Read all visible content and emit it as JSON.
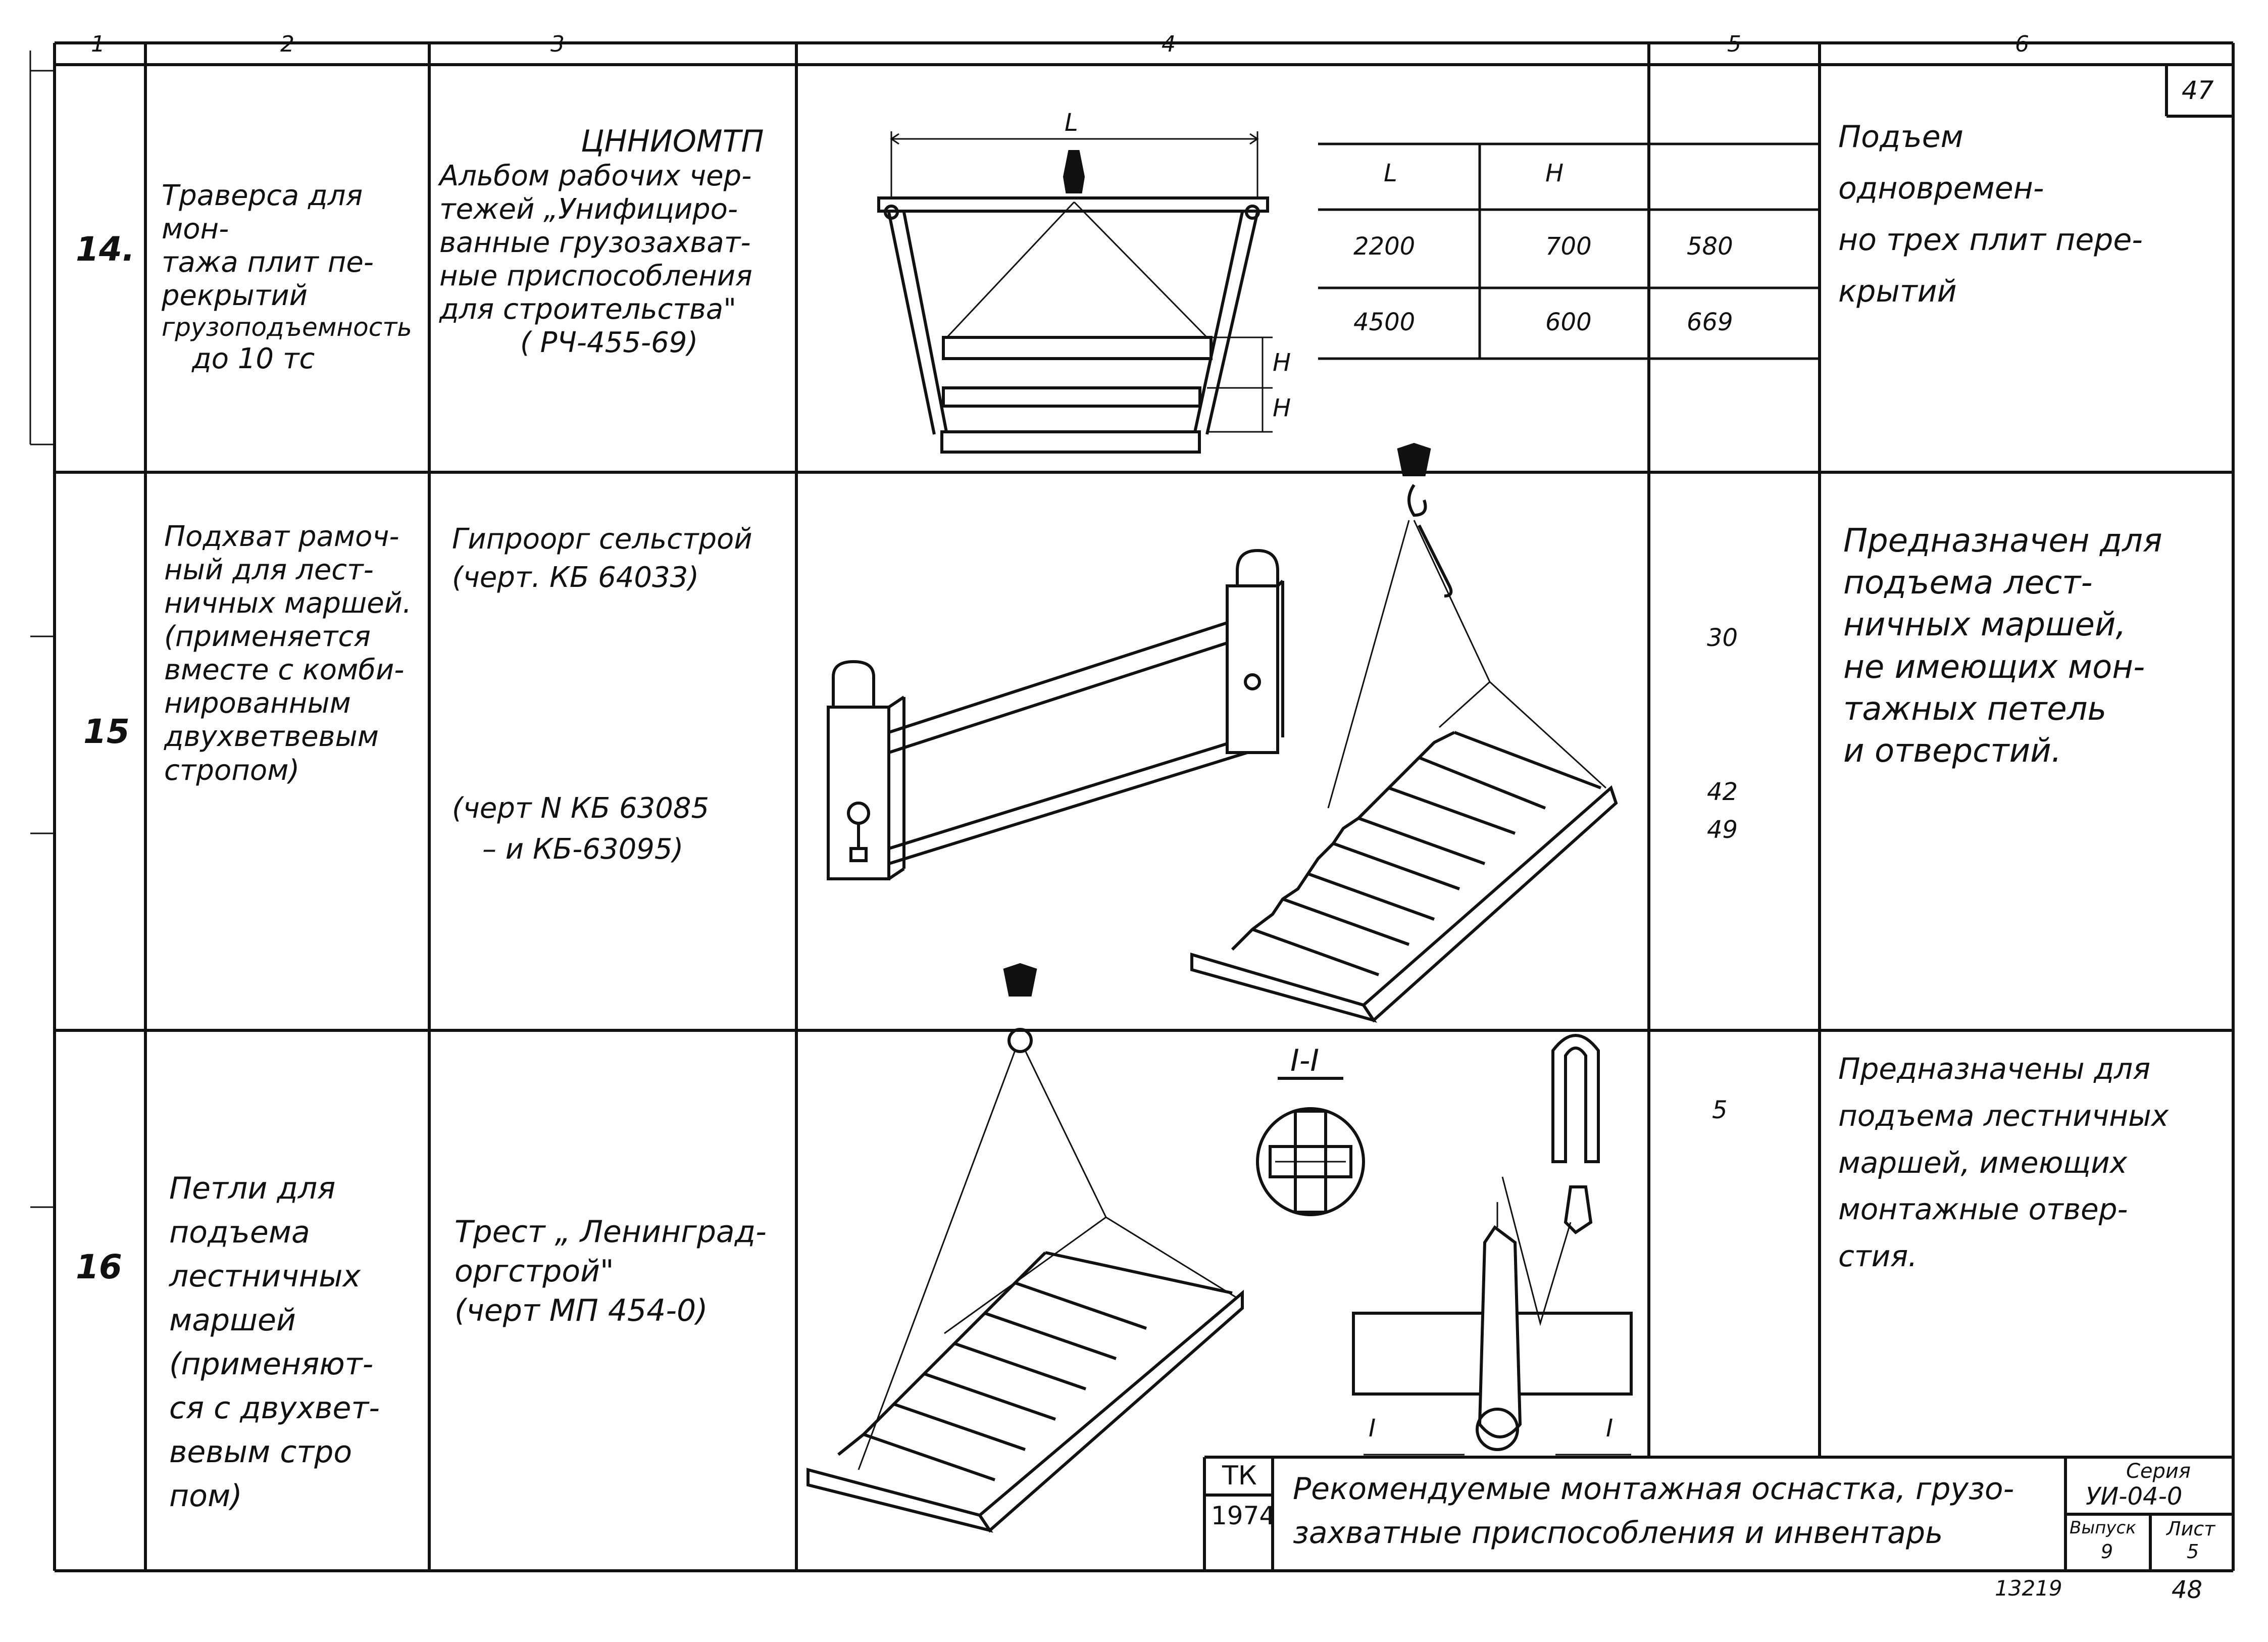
{
  "page_number": "47",
  "column_numbers": [
    "1",
    "2",
    "3",
    "4",
    "5",
    "6"
  ],
  "rows": [
    {
      "number": "14.",
      "name_lines": [
        "Траверса для мон-",
        "тажа плит пе-",
        "рекрытий",
        "грузоподъемность",
        "до 10 тс"
      ],
      "source_lines": [
        "ЦННИОМТП",
        "Альбом рабочих чер-",
        "тежей „Унифициро-",
        "ванные грузозахват-",
        "ные приспособления",
        "для строительства\"",
        "( РЧ-455-69)"
      ],
      "weights": [
        "580",
        "669"
      ],
      "note_lines": [
        "Подъем одновремен-",
        "но трех плит пере-",
        "крытий"
      ]
    },
    {
      "number": "15",
      "name_lines": [
        "Подхват рамоч-",
        "ный для лест-",
        "ничных маршей.",
        "(применяется",
        "вместе с комби-",
        "нированным",
        "двухветвевым",
        "стропом)"
      ],
      "source_lines": [
        "Гипроорг сельстрой",
        "(черт. КБ 64033)"
      ],
      "source_lines_2": [
        "(черт N КБ 63085",
        "– и КБ-63095)"
      ],
      "weights": [
        "30",
        "42",
        "49"
      ],
      "note_lines": [
        "Предназначен для",
        "подъема лест-",
        "ничных маршей,",
        "не имеющих мон-",
        "тажных петель",
        "и отверстий."
      ]
    },
    {
      "number": "16",
      "name_lines": [
        "Петли для",
        "подъема",
        "лестничных",
        "маршей",
        "(применяют-",
        "ся с двухвет-",
        "вевым стро",
        "пом)"
      ],
      "source_lines": [
        "Трест „ Ленинград-",
        "оргстрой\"",
        "(черт МП 454-0)"
      ],
      "weights": [
        "5"
      ],
      "note_lines": [
        "Предназначены для",
        "подъема лестничных",
        "маршей, имеющих",
        "монтажные отвер-",
        "стия."
      ]
    }
  ],
  "traverse_table": {
    "headers": [
      "L",
      "H"
    ],
    "rows": [
      [
        "2200",
        "700"
      ],
      [
        "4500",
        "600"
      ]
    ]
  },
  "drawing_labels": {
    "span": "L",
    "height_1": "H",
    "height_2": "H",
    "section_title": "I-I",
    "section_mark_left": "I",
    "section_mark_right": "I"
  },
  "title_block": {
    "org": "ТК",
    "year": "1974",
    "title_line_1": "Рекомендуемые монтажная оснастка, грузо-",
    "title_line_2": "захватные приспособления и инвентарь",
    "series_label": "Серия",
    "series_value": "УИ-04-0",
    "issue_label": "Выпуск",
    "issue_value": "9",
    "sheet_label": "Лист",
    "sheet_value": "5"
  },
  "footer": {
    "doc_number": "13219",
    "page": "48"
  }
}
